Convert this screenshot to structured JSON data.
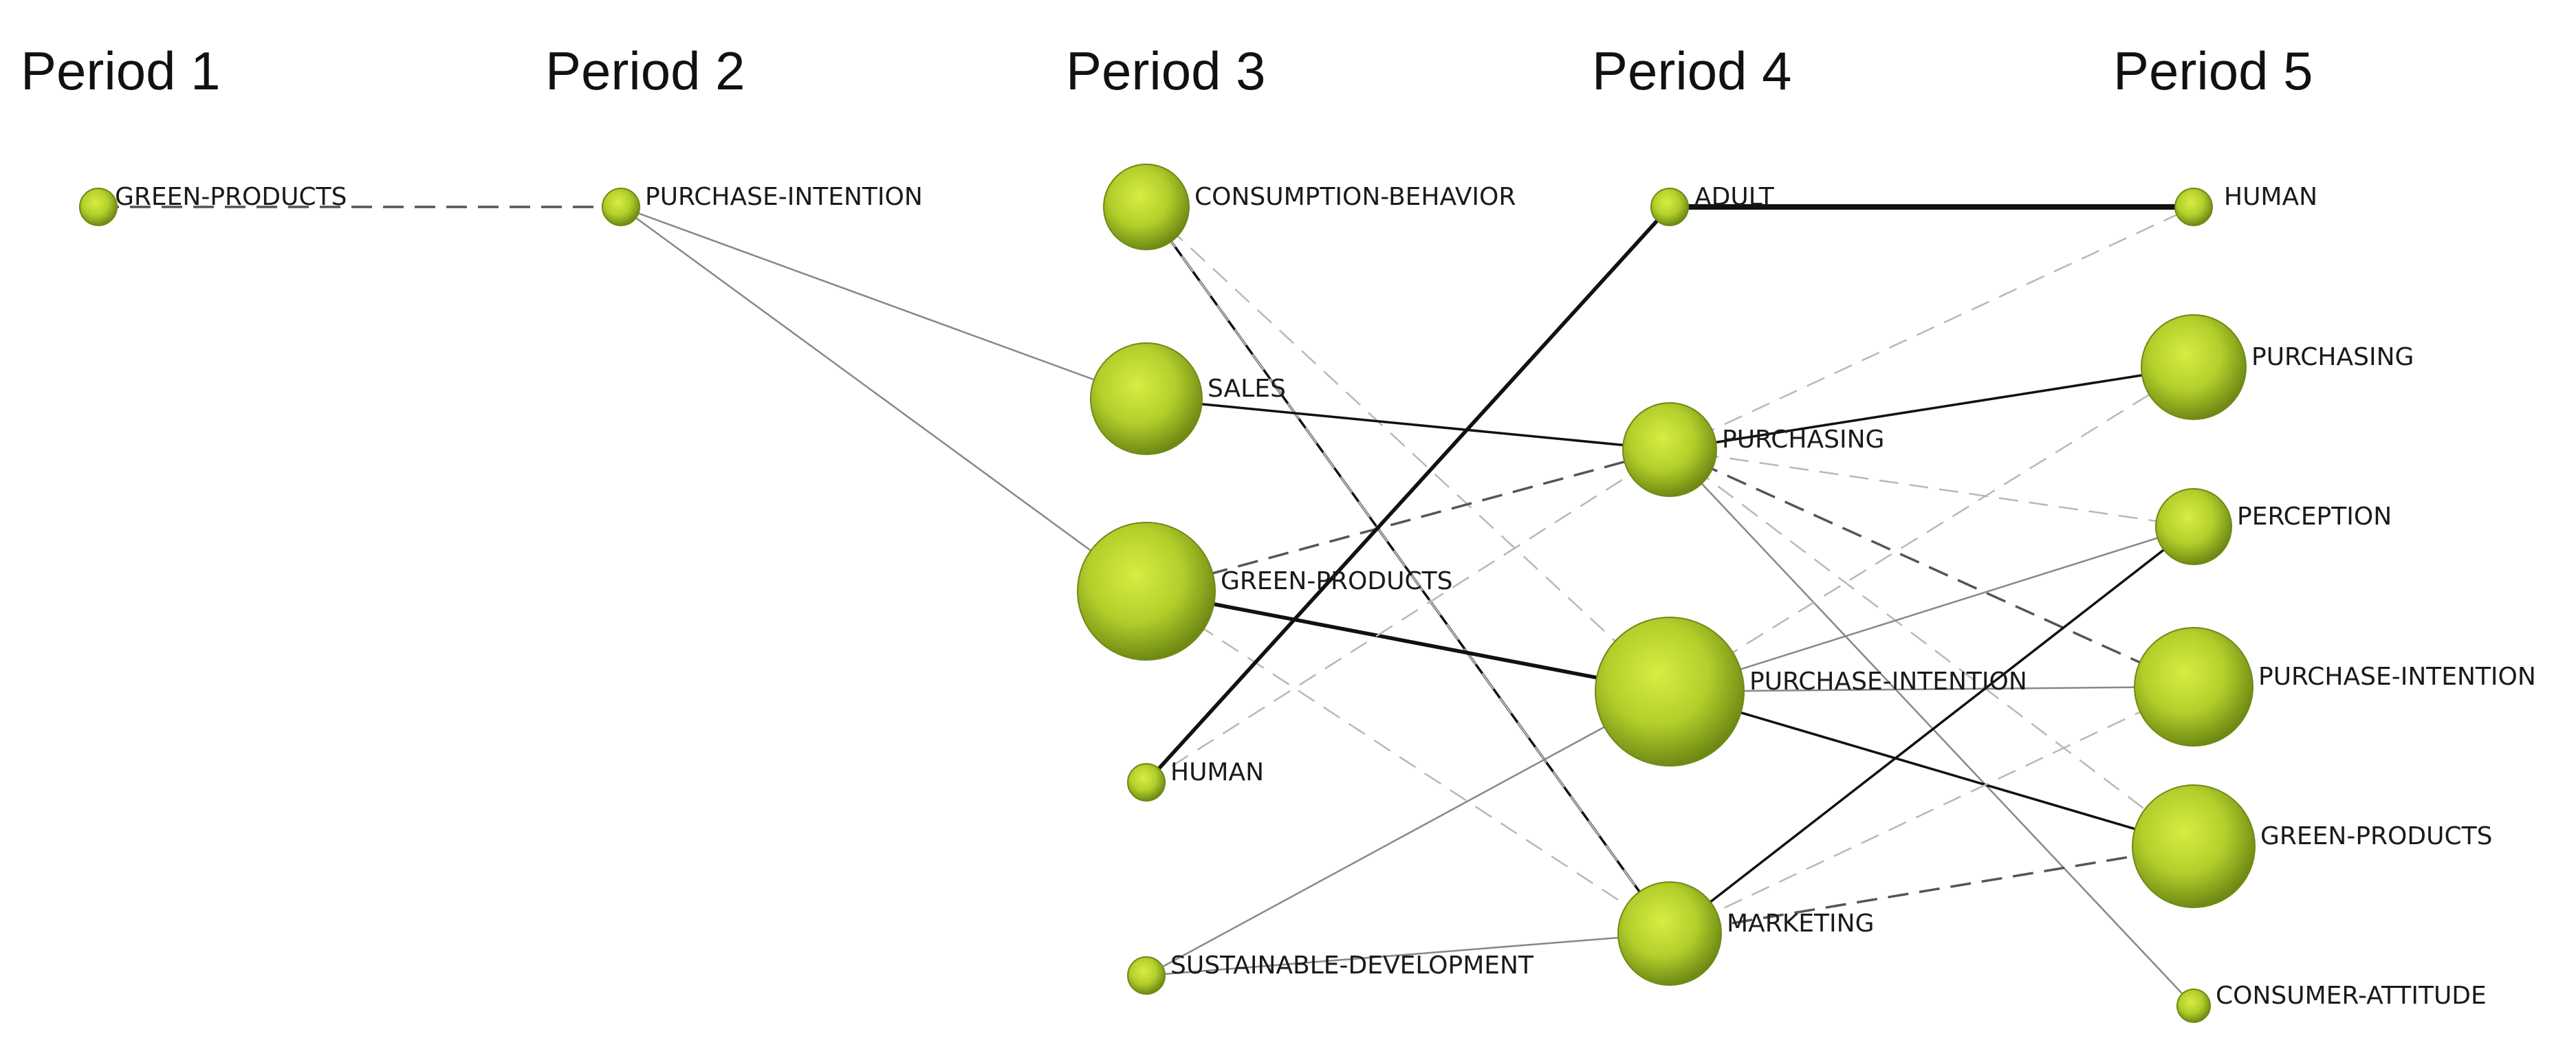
{
  "periods": [
    "Period 1",
    "Period 2",
    "Period 3",
    "Period 4",
    "Period 5"
  ],
  "colors": {
    "node_light": "#d8ec44",
    "node_mid": "#b3cf2b",
    "node_dark": "#6f8a14",
    "edge_dark": "#111111",
    "edge_gray": "#888888",
    "edge_light_dashed": "#b8b8b8",
    "edge_dark_dashed": "#555555"
  },
  "nodes": [
    {
      "id": "p1_green_products",
      "period": 1,
      "label": "GREEN-PRODUCTS",
      "size": "small"
    },
    {
      "id": "p2_purchase_intention",
      "period": 2,
      "label": "PURCHASE-INTENTION",
      "size": "small"
    },
    {
      "id": "p3_consumption_behavior",
      "period": 3,
      "label": "CONSUMPTION-BEHAVIOR",
      "size": "medium"
    },
    {
      "id": "p3_sales",
      "period": 3,
      "label": "SALES",
      "size": "large"
    },
    {
      "id": "p3_green_products",
      "period": 3,
      "label": "GREEN-PRODUCTS",
      "size": "xlarge"
    },
    {
      "id": "p3_human",
      "period": 3,
      "label": "HUMAN",
      "size": "small"
    },
    {
      "id": "p3_sustainable_development",
      "period": 3,
      "label": "SUSTAINABLE-DEVELOPMENT",
      "size": "small"
    },
    {
      "id": "p4_adult",
      "period": 4,
      "label": "ADULT",
      "size": "small"
    },
    {
      "id": "p4_purchasing",
      "period": 4,
      "label": "PURCHASING",
      "size": "medium"
    },
    {
      "id": "p4_purchase_intention",
      "period": 4,
      "label": "PURCHASE-INTENTION",
      "size": "xlarge"
    },
    {
      "id": "p4_marketing",
      "period": 4,
      "label": "MARKETING",
      "size": "medium"
    },
    {
      "id": "p5_human",
      "period": 5,
      "label": "HUMAN",
      "size": "small"
    },
    {
      "id": "p5_purchasing",
      "period": 5,
      "label": "PURCHASING",
      "size": "large"
    },
    {
      "id": "p5_perception",
      "period": 5,
      "label": "PERCEPTION",
      "size": "medium"
    },
    {
      "id": "p5_purchase_intention",
      "period": 5,
      "label": "PURCHASE-INTENTION",
      "size": "large"
    },
    {
      "id": "p5_green_products",
      "period": 5,
      "label": "GREEN-PRODUCTS",
      "size": "large"
    },
    {
      "id": "p5_consumer_attitude",
      "period": 5,
      "label": "CONSUMER-ATTITUDE",
      "size": "small"
    }
  ],
  "edges": [
    {
      "from": "p1_green_products",
      "to": "p2_purchase_intention",
      "style": "dark-dashed"
    },
    {
      "from": "p2_purchase_intention",
      "to": "p3_sales",
      "style": "gray"
    },
    {
      "from": "p2_purchase_intention",
      "to": "p3_green_products",
      "style": "gray"
    },
    {
      "from": "p3_consumption_behavior",
      "to": "p4_marketing",
      "style": "dark"
    },
    {
      "from": "p3_consumption_behavior",
      "to": "p4_purchase_intention",
      "style": "light-dashed"
    },
    {
      "from": "p3_consumption_behavior",
      "to": "p4_marketing",
      "style": "light-dashed"
    },
    {
      "from": "p3_sales",
      "to": "p4_purchasing",
      "style": "dark"
    },
    {
      "from": "p3_green_products",
      "to": "p4_purchase_intention",
      "style": "dark-thick"
    },
    {
      "from": "p3_green_products",
      "to": "p4_purchasing",
      "style": "dark-dashed"
    },
    {
      "from": "p3_green_products",
      "to": "p4_marketing",
      "style": "light-dashed"
    },
    {
      "from": "p3_human",
      "to": "p4_adult",
      "style": "dark-thick"
    },
    {
      "from": "p3_human",
      "to": "p4_purchasing",
      "style": "light-dashed"
    },
    {
      "from": "p3_sustainable_development",
      "to": "p4_purchase_intention",
      "style": "gray"
    },
    {
      "from": "p3_sustainable_development",
      "to": "p4_marketing",
      "style": "gray"
    },
    {
      "from": "p4_adult",
      "to": "p5_human",
      "style": "dark-heavy"
    },
    {
      "from": "p4_purchasing",
      "to": "p5_purchasing",
      "style": "dark"
    },
    {
      "from": "p4_purchasing",
      "to": "p5_human",
      "style": "light-dashed"
    },
    {
      "from": "p4_purchasing",
      "to": "p5_perception",
      "style": "light-dashed"
    },
    {
      "from": "p4_purchasing",
      "to": "p5_purchase_intention",
      "style": "dark-dashed"
    },
    {
      "from": "p4_purchasing",
      "to": "p5_green_products",
      "style": "light-dashed"
    },
    {
      "from": "p4_purchasing",
      "to": "p5_consumer_attitude",
      "style": "gray"
    },
    {
      "from": "p4_purchase_intention",
      "to": "p5_purchase_intention",
      "style": "gray"
    },
    {
      "from": "p4_purchase_intention",
      "to": "p5_green_products",
      "style": "dark"
    },
    {
      "from": "p4_purchase_intention",
      "to": "p5_perception",
      "style": "gray"
    },
    {
      "from": "p4_purchase_intention",
      "to": "p5_purchasing",
      "style": "light-dashed"
    },
    {
      "from": "p4_marketing",
      "to": "p5_perception",
      "style": "dark"
    },
    {
      "from": "p4_marketing",
      "to": "p5_green_products",
      "style": "dark-dashed"
    },
    {
      "from": "p4_marketing",
      "to": "p5_purchase_intention",
      "style": "light-dashed"
    }
  ]
}
